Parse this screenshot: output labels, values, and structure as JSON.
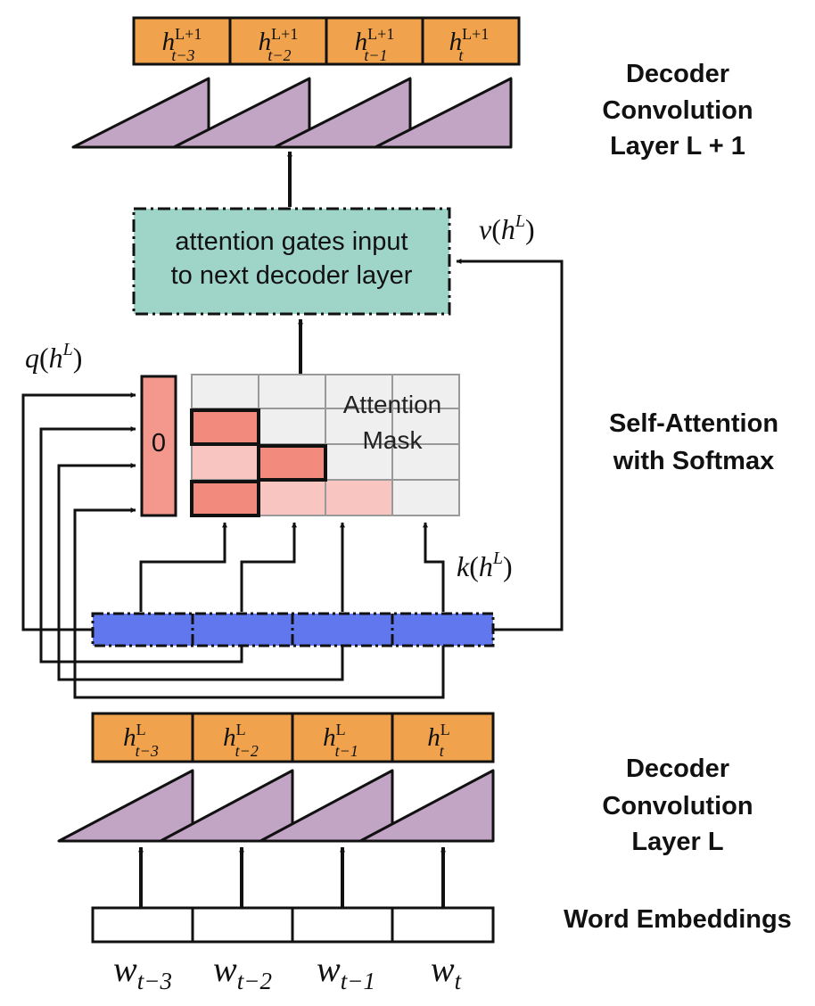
{
  "colors": {
    "hidden_cell": "#F0A24D",
    "conv_triangle": "#C2A5C5",
    "attention_box": "#9FD4C8",
    "qvec": "#F4988D",
    "mask_strong": "#F28A7E",
    "mask_light": "#F9C5C0",
    "mask_empty": "#EFEFEF",
    "projection_bar": "#6177EE",
    "stroke": "#111111"
  },
  "labels": {
    "top_layer": [
      "Decoder",
      "Convolution",
      "Layer L + 1"
    ],
    "self_attention": [
      "Self-Attention",
      "with Softmax"
    ],
    "bottom_layer": [
      "Decoder",
      "Convolution",
      "Layer L"
    ],
    "word_embeddings": "Word Embeddings"
  },
  "attention_box": {
    "line1": "attention gates input",
    "line2": "to next decoder layer"
  },
  "mask": {
    "line1": "Attention",
    "line2": "Mask",
    "zero": "0"
  },
  "functions": {
    "q": {
      "fn": "q",
      "base": "h",
      "sup": "L"
    },
    "k": {
      "fn": "k",
      "base": "h",
      "sup": "L"
    },
    "v": {
      "fn": "v",
      "base": "h",
      "sup": "L"
    }
  },
  "top_hidden": [
    {
      "base": "h",
      "sup": "L+1",
      "sub": "t−3"
    },
    {
      "base": "h",
      "sup": "L+1",
      "sub": "t−2"
    },
    {
      "base": "h",
      "sup": "L+1",
      "sub": "t−1"
    },
    {
      "base": "h",
      "sup": "L+1",
      "sub": "t"
    }
  ],
  "bottom_hidden": [
    {
      "base": "h",
      "sup": "L",
      "sub": "t−3"
    },
    {
      "base": "h",
      "sup": "L",
      "sub": "t−2"
    },
    {
      "base": "h",
      "sup": "L",
      "sub": "t−1"
    },
    {
      "base": "h",
      "sup": "L",
      "sub": "t"
    }
  ],
  "words": [
    {
      "base": "w",
      "sub": "t−3"
    },
    {
      "base": "w",
      "sub": "t−2"
    },
    {
      "base": "w",
      "sub": "t−1"
    },
    {
      "base": "w",
      "sub": "t"
    }
  ]
}
